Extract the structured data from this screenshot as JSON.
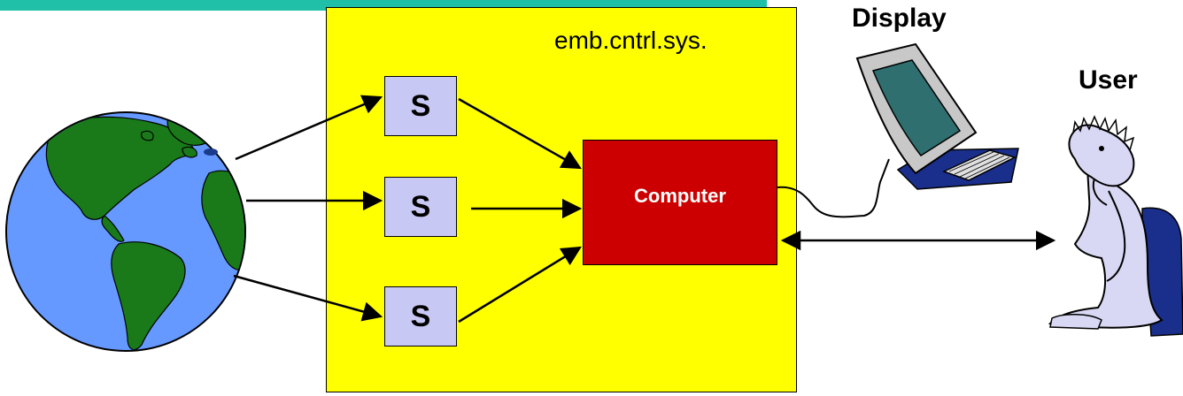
{
  "system": {
    "label": "emb.cntrl.sys.",
    "fill": "#ffff00"
  },
  "sensors": [
    {
      "label": "S"
    },
    {
      "label": "S"
    },
    {
      "label": "S"
    }
  ],
  "computer": {
    "label": "Computer",
    "fill": "#cc0000"
  },
  "display": {
    "label": "Display"
  },
  "user": {
    "label": "User"
  },
  "colors": {
    "sensor_fill": "#c8c8f4",
    "accent_bar": "#20c0a8",
    "ocean": "#6699ff",
    "land": "#1a7a1a"
  },
  "icons": [
    "globe-icon",
    "display-terminal-icon",
    "user-figure-icon"
  ]
}
